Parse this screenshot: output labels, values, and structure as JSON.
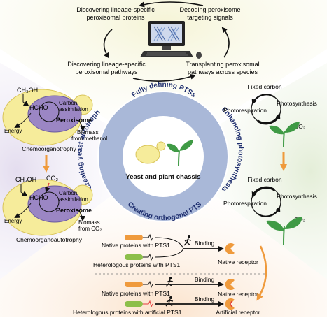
{
  "top": {
    "discover_proteins": [
      "Discovering lineage-specific",
      "peroxisomal proteins"
    ],
    "decode_signals": [
      "Decoding peroxisome",
      "targeting signals"
    ],
    "discover_pathways": [
      "Discovering lineage-specific",
      "peroxisomal pathways"
    ],
    "transplant_pathways": [
      "Transplanting peroxisomal",
      "pathways across species"
    ]
  },
  "center": {
    "ring_top": "Fully defining PTSs",
    "ring_right": "Enhancing photosynthesis",
    "ring_bottom": "Creating orthogonal PTS",
    "ring_left": "Creating yeast autotroph",
    "chassis_label": "Yeast and plant chassis"
  },
  "left": {
    "ch3oh_1": "CH₃OH",
    "hcho_1": "HCHO",
    "carbon_assim_1": [
      "Carbon",
      "assimilation"
    ],
    "energy_1": "Energy",
    "peroxisome_1": "Peroxisome",
    "biomass_1": [
      "Biomass",
      "from methanol"
    ],
    "caption_1": "Chemoorganotrophy",
    "ch3oh_2": "CH₃OH",
    "co2_2": "CO₂",
    "hcho_2": "HCHO",
    "carbon_assim_2": [
      "Carbon",
      "assimilation"
    ],
    "energy_2": "Energy",
    "peroxisome_2": "Peroxisome",
    "biomass_2": [
      "Biomass",
      "from CO₂"
    ],
    "caption_2": "Chemoorganoautotrophy"
  },
  "right": {
    "fixed_carbon_1": "Fixed carbon",
    "photorespiration_1": "Photorespiration",
    "photosynthesis_1": "Photosynthesis",
    "co2_1": "CO₂",
    "fixed_carbon_2": "Fixed carbon",
    "photorespiration_2": "Photorespiration",
    "photosynthesis_2": "Photosynthesis",
    "co2_2": "CO₂"
  },
  "bottom": {
    "native_pts1_1": "Native proteins with PTS1",
    "hetero_pts1": "Heterologous proteins with PTS1",
    "binding_1": "Binding",
    "native_receptor_1": "Native receptor",
    "native_pts1_2": "Native proteins with PTS1",
    "binding_2": "Binding",
    "native_receptor_2": "Native receptor",
    "hetero_artificial": "Heterologous proteins with artificial PTS1",
    "binding_3": "Binding",
    "artificial_receptor": "Artificial receptor"
  },
  "colors": {
    "ring": "#a9b8d8",
    "ring_text": "#1e2e6e",
    "yeast": "#f6ec9b",
    "peroxisome": "#9b86c4",
    "leaf": "#3f9a45",
    "orange": "#ef9a3c",
    "green_tag": "#8cbf4a"
  }
}
